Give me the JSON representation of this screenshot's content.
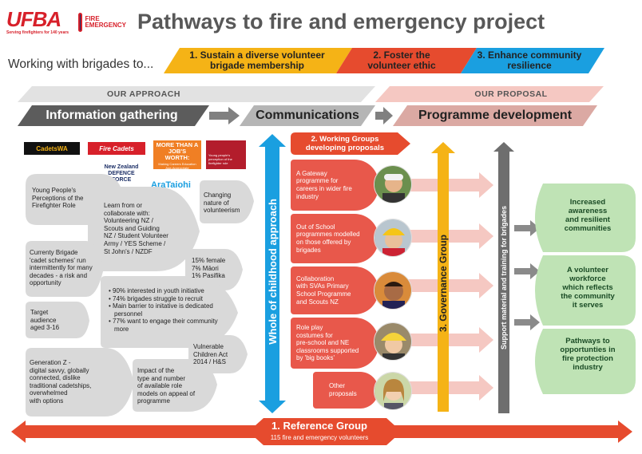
{
  "header": {
    "ufba_logo": "UFBA",
    "ufba_tagline": "Serving firefighters for 140 years",
    "fire_logo": "FIRE EMERGENCY",
    "title": "Pathways to fire and emergency project"
  },
  "intro": {
    "subtitle": "Working with brigades to...",
    "goals": [
      {
        "label": "1. Sustain a diverse volunteer brigade membership",
        "color": "#f5b316",
        "text_color": "#222222"
      },
      {
        "label": "2. Foster the volunteer ethic",
        "color": "#e64b2e",
        "text_color": "#222222"
      },
      {
        "label": "3. Enhance community resilience",
        "color": "#1a9fe0",
        "text_color": "#222222"
      }
    ]
  },
  "bands": {
    "approach_label": "OUR APPROACH",
    "proposal_label": "OUR PROPOSAL",
    "stages": [
      "Information gathering",
      "Communications",
      "Programme development"
    ]
  },
  "partner_logos": [
    "CadetsWA",
    "Fire Cadets",
    "MORE THAN A JOB'S WORTH:",
    "Making Careers Education Age-Appropriate",
    "Young people's perception of the firefighter role",
    "New Zealand DEFENCE FORCE",
    "AraTaiohi"
  ],
  "findings": {
    "young_people": [
      "Young People's",
      "Perceptions of the",
      "Firefighter Role"
    ],
    "learn_from": [
      "Learn from or",
      "collaborate with:",
      "Volunteering NZ /",
      "Scouts and Guiding",
      "NZ / Student Volunteer",
      "Army / YES Scheme /",
      "St John's / NZDF"
    ],
    "changing": [
      "Changing",
      "nature of",
      "volunteerism"
    ],
    "cadet_schemes": [
      "Currenty Brigade",
      "'cadet schemes' run",
      "intermittently for many",
      "decades - a risk and",
      "opportunity"
    ],
    "demographics": [
      "15% female",
      "7% Māori",
      "1% Pasifika"
    ],
    "stats": [
      "90% interested in youth initiative",
      "74% brigades struggle to recruit",
      "Main barrier to initative is dedicated personnel",
      "77% want to engage their community more"
    ],
    "target": [
      "Target",
      "audience",
      "aged 3-16"
    ],
    "vulnerable": [
      "Vulnerable",
      "Children Act",
      "2014 / H&S"
    ],
    "gen_z": [
      "Generation Z -",
      "digital savvy, globally",
      "connected, dislike",
      "traditional cadetships,",
      "overwhelmed",
      "with options"
    ],
    "impact": [
      "Impact of the",
      "type and number",
      "of available role",
      "models on appeal of",
      "programme"
    ]
  },
  "whole_of_childhood": "Whole of childhood approach",
  "working_groups": {
    "title": "2. Working Groups developing proposals",
    "items": [
      [
        "A Gateway",
        "programme for",
        "careers in wider fire",
        "industry"
      ],
      [
        "Out of School",
        "programmes modelled",
        "on those offered by",
        "brigades"
      ],
      [
        "Collaboration",
        "with SVAs Primary",
        "School Programme",
        "and Scouts NZ"
      ],
      [
        "Role play",
        "costumes for",
        "pre-school and NE",
        "classrooms supported",
        "by 'big books'"
      ],
      [
        "Other",
        "proposals"
      ]
    ]
  },
  "governance": "3. Governance Group",
  "support": "Support material and training for brigades",
  "outcomes": [
    [
      "Increased",
      "awareness",
      "and resilient",
      "communities"
    ],
    [
      "A volunteer",
      "workforce",
      "which reflects",
      "the community",
      "it serves"
    ],
    [
      "Pathways to",
      "opportunties in",
      "fire protection",
      "industry"
    ]
  ],
  "reference_group": {
    "title": "1. Reference Group",
    "subtitle": "115 fire and emergency volunteers"
  },
  "colors": {
    "red": "#e64b2e",
    "blue": "#1a9fe0",
    "yellow": "#f5b316",
    "grey_dark": "#5c5c5c",
    "pink": "#f2b8b0",
    "green": "#bfe3b5"
  }
}
